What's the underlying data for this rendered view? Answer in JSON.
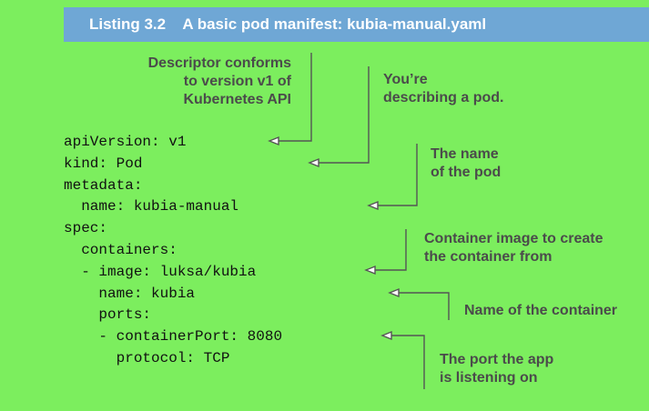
{
  "listing": {
    "title": "Listing 3.2    A basic pod manifest: kubia-manual.yaml"
  },
  "code_lines": [
    "apiVersion: v1",
    "kind: Pod",
    "metadata:",
    "  name: kubia-manual",
    "spec:",
    "  containers:",
    "  - image: luksa/kubia",
    "    name: kubia",
    "    ports:",
    "    - containerPort: 8080",
    "      protocol: TCP"
  ],
  "annotations": {
    "api_version": [
      "Descriptor conforms",
      "to version v1 of",
      "Kubernetes API"
    ],
    "kind": [
      "You’re",
      "describing a pod."
    ],
    "pod_name": [
      "The name",
      "of the pod"
    ],
    "image": [
      "Container image to create",
      "the container from"
    ],
    "container_name": [
      "Name of the container"
    ],
    "port": [
      "The port the app",
      "is listening on"
    ]
  },
  "colors": {
    "background": "#7cee5e",
    "header": "#6fa7d5",
    "annotation_text": "#4b4b4b",
    "leader_line": "#555555"
  }
}
